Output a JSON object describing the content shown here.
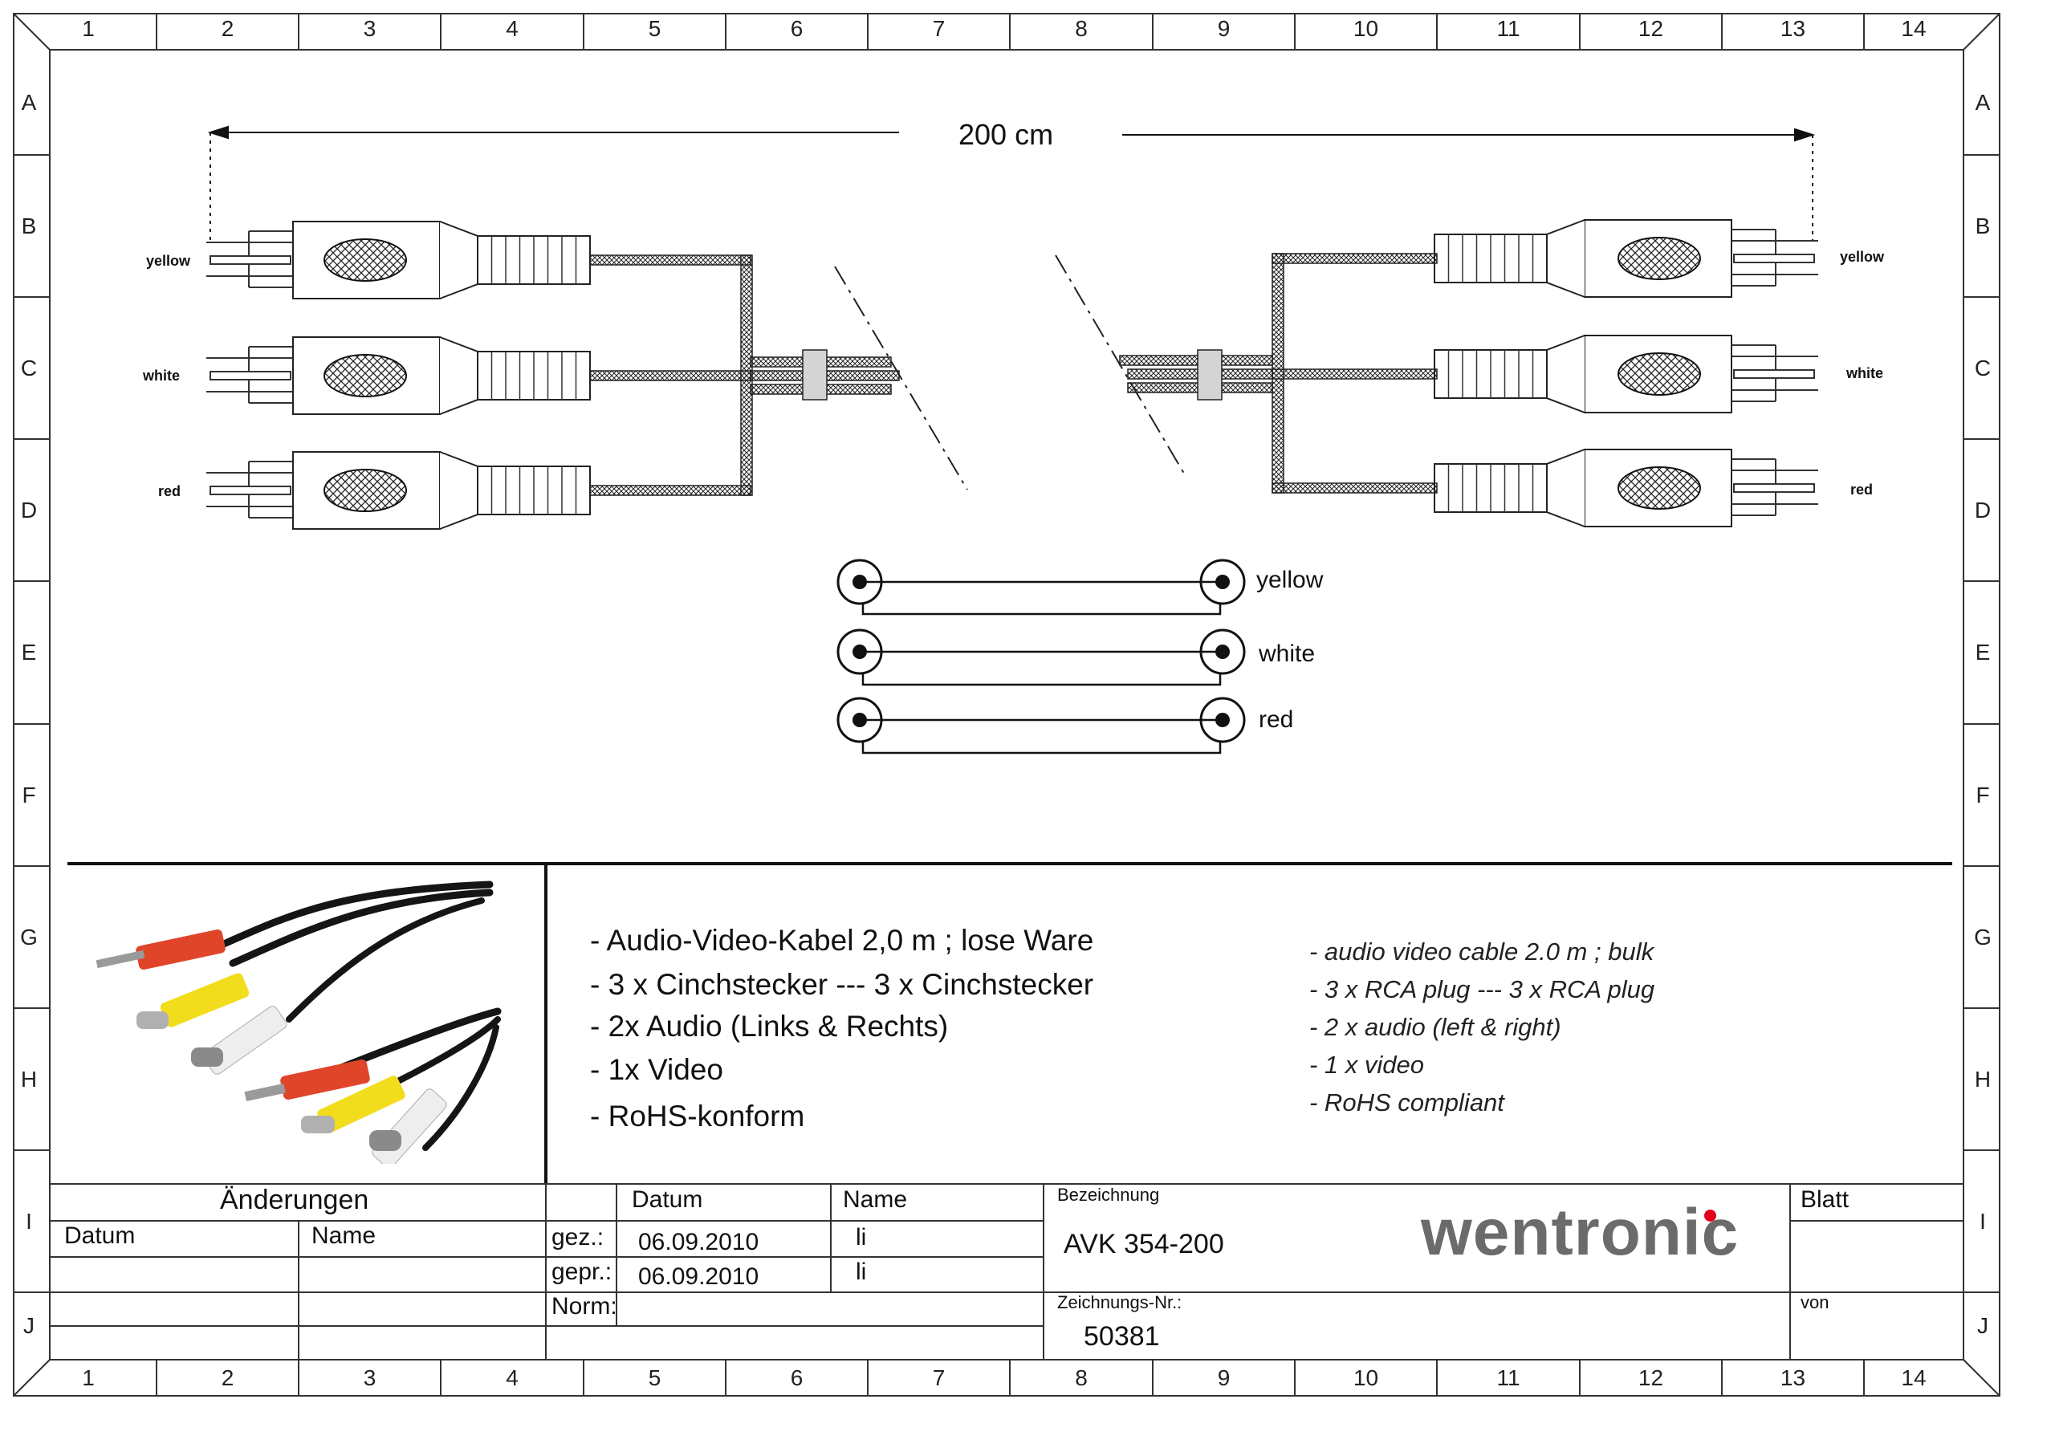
{
  "frame": {
    "columns": [
      "1",
      "2",
      "3",
      "4",
      "5",
      "6",
      "7",
      "8",
      "9",
      "10",
      "11",
      "12",
      "13",
      "14"
    ],
    "rows": [
      "A",
      "B",
      "C",
      "D",
      "E",
      "F",
      "G",
      "H",
      "I",
      "J"
    ]
  },
  "diagram": {
    "length_label": "200 cm",
    "left_plugs": [
      "yellow",
      "white",
      "red"
    ],
    "right_plugs": [
      "yellow",
      "white",
      "red"
    ],
    "schematic_labels": [
      "yellow",
      "white",
      "red"
    ]
  },
  "description": {
    "de": [
      "- Audio-Video-Kabel 2,0 m ; lose Ware",
      "- 3 x Cinchstecker --- 3 x Cinchstecker",
      "- 2x Audio (Links & Rechts)",
      "- 1x Video",
      "- RoHS-konform"
    ],
    "en": [
      "- audio video cable 2.0 m ; bulk",
      "- 3 x RCA plug --- 3 x RCA plug",
      "- 2 x audio (left & right)",
      "- 1 x video",
      "- RoHS compliant"
    ]
  },
  "title_block": {
    "changes_header": "Änderungen",
    "changes_date": "Datum",
    "changes_name": "Name",
    "col_date": "Datum",
    "col_name": "Name",
    "drawn_label": "gez.:",
    "drawn_date": "06.09.2010",
    "drawn_name": "li",
    "checked_label": "gepr.:",
    "checked_date": "06.09.2010",
    "checked_name": "li",
    "norm_label": "Norm:",
    "designation_label": "Bezeichnung",
    "designation": "AVK 354-200",
    "drawing_no_label": "Zeichnungs-Nr.:",
    "drawing_no": "50381",
    "sheet_label": "Blatt",
    "of_label": "von",
    "logo": "wentronic",
    "logo_dot_color": "#e2001a",
    "logo_color": "#6b6b6b"
  },
  "photo_colors": {
    "red": "#e0452a",
    "yellow": "#f2dd1c",
    "white": "#eeeeee",
    "cable": "#151515"
  }
}
